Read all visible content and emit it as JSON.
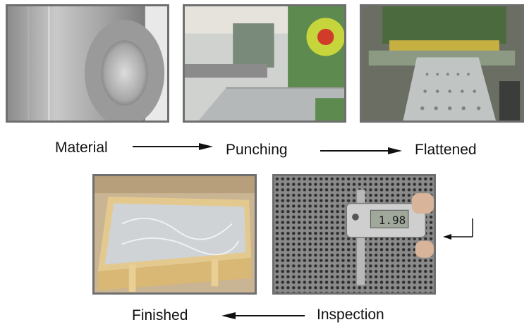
{
  "steps": {
    "material": "Material",
    "punching": "Punching",
    "flattened": "Flattened",
    "inspection": "Inspection",
    "finished": "Finished"
  },
  "images": [
    {
      "id": "steel-coil",
      "step": "material"
    },
    {
      "id": "punching-press",
      "step": "punching"
    },
    {
      "id": "flattening-machine",
      "step": "flattened"
    },
    {
      "id": "packed-sheet-crate",
      "step": "finished"
    },
    {
      "id": "caliper-on-perforated-sheet",
      "step": "inspection"
    }
  ],
  "caliper_reading": "1.98",
  "colors": {
    "text": "#111111",
    "arrow": "#111111",
    "frame": "#6f6f6f"
  }
}
